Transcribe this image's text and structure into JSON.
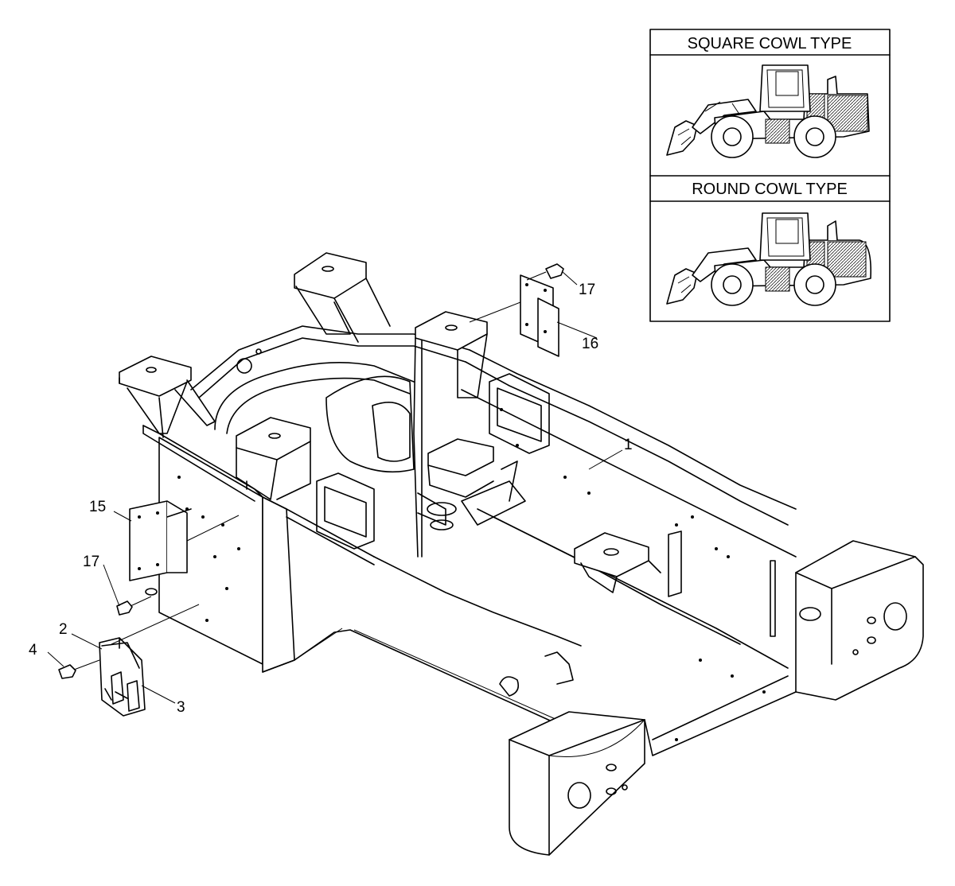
{
  "legend": {
    "panels": [
      {
        "title": "SQUARE COWL TYPE",
        "icon": "wheel-loader-square-cowl-icon"
      },
      {
        "title": "ROUND COWL TYPE",
        "icon": "wheel-loader-round-cowl-icon"
      }
    ]
  },
  "callouts": [
    "1",
    "2",
    "3",
    "4",
    "15",
    "16",
    "17",
    "17"
  ]
}
